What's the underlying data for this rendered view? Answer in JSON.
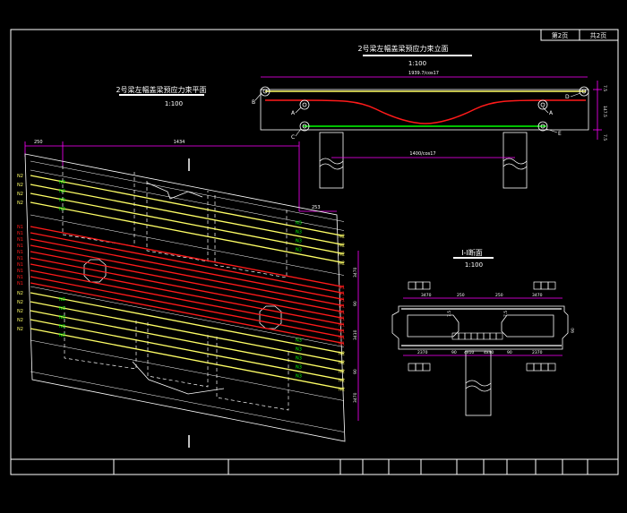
{
  "sheet": {
    "page_label": "第2页",
    "total_label": "共2页"
  },
  "elevation": {
    "title": "2号梁左幅盖梁预应力束立面",
    "scale": "1:100",
    "top_dim": "1939.7/cos17",
    "bottom_dim": "1400/cos17",
    "right_dims": [
      "7.5",
      "147.5",
      "7.5"
    ],
    "point_labels": [
      "B",
      "A",
      "C",
      "D",
      "A",
      "E"
    ]
  },
  "plan": {
    "title": "2号梁左幅盖梁预应力束平面",
    "scale": "1:100",
    "top_left_dim": "250",
    "top_dim": "1434",
    "right_top_dim": "253",
    "right_dims": [
      "3470",
      "90",
      "3410",
      "90",
      "3470"
    ],
    "tendon_labels": {
      "n2": "N2",
      "n1": "N1",
      "n3": "N3"
    }
  },
  "section": {
    "title": "I-I断面",
    "scale": "1:100",
    "top_dims": [
      "3470",
      "250",
      "250",
      "3470"
    ],
    "bottom_dims": [
      "2370",
      "90",
      "4x10",
      "4x40",
      "90",
      "2370"
    ],
    "side_dims": [
      "7.5",
      "7.5",
      "90"
    ]
  },
  "colors": {
    "background": "#000000",
    "frame": "#ffffff",
    "dim": "#ff00ff",
    "tendon_n1": "#ff1a1a",
    "tendon_n2": "#ffff66",
    "tendon_n3": "#00ff00",
    "bar": "#ffffff"
  }
}
